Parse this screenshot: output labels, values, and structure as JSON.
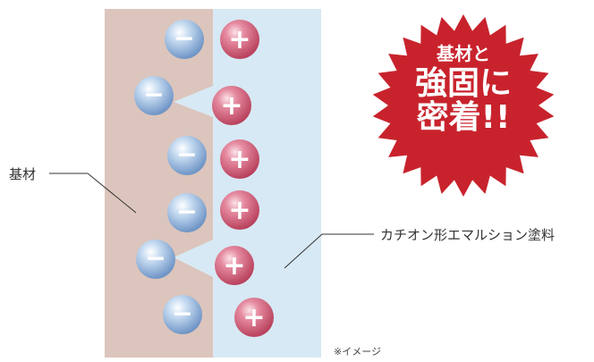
{
  "labels": {
    "substrate": "基材",
    "coating": "カチオン形エマルション塗料",
    "note": "※イメージ"
  },
  "badge": {
    "line1": "基材と",
    "line2": "強固に",
    "line3": "密着!!"
  },
  "symbols": {
    "minus": "−",
    "plus": "+"
  },
  "colors": {
    "substrate": "#dcc5bc",
    "coating": "#d7e9f4",
    "badge": "#c8232d",
    "negative_ion": "#8fb2da",
    "positive_ion": "#d9687f"
  }
}
